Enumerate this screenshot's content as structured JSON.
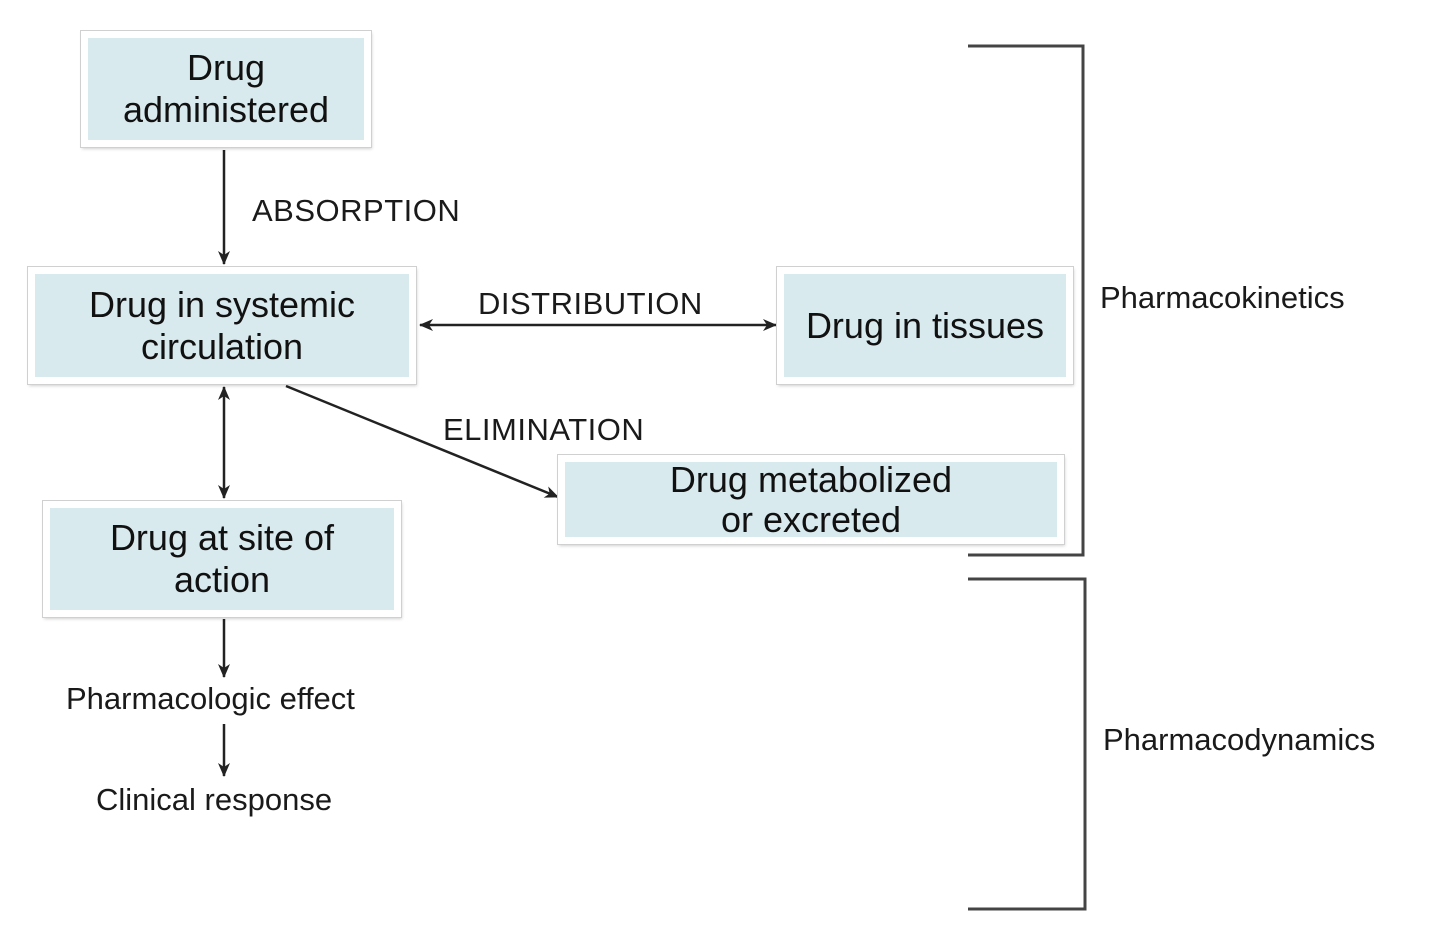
{
  "nodes": {
    "administered": {
      "line1": "Drug",
      "line2": "administered"
    },
    "systemic": {
      "line1": "Drug in systemic",
      "line2": "circulation"
    },
    "tissues": {
      "line1": "Drug in tissues"
    },
    "metabolized": {
      "line1": "Drug metabolized",
      "line2": "or excreted"
    },
    "site": {
      "line1": "Drug at site of",
      "line2": "action"
    }
  },
  "edges": {
    "absorption": "ABSORPTION",
    "distribution": "DISTRIBUTION",
    "elimination": "ELIMINATION"
  },
  "outcomes": {
    "effect": "Pharmacologic effect",
    "response": "Clinical response"
  },
  "brackets": {
    "kinetics": "Pharmacokinetics",
    "dynamics": "Pharmacodynamics"
  },
  "colors": {
    "box_fill": "#d9eaee",
    "line": "#222222"
  }
}
